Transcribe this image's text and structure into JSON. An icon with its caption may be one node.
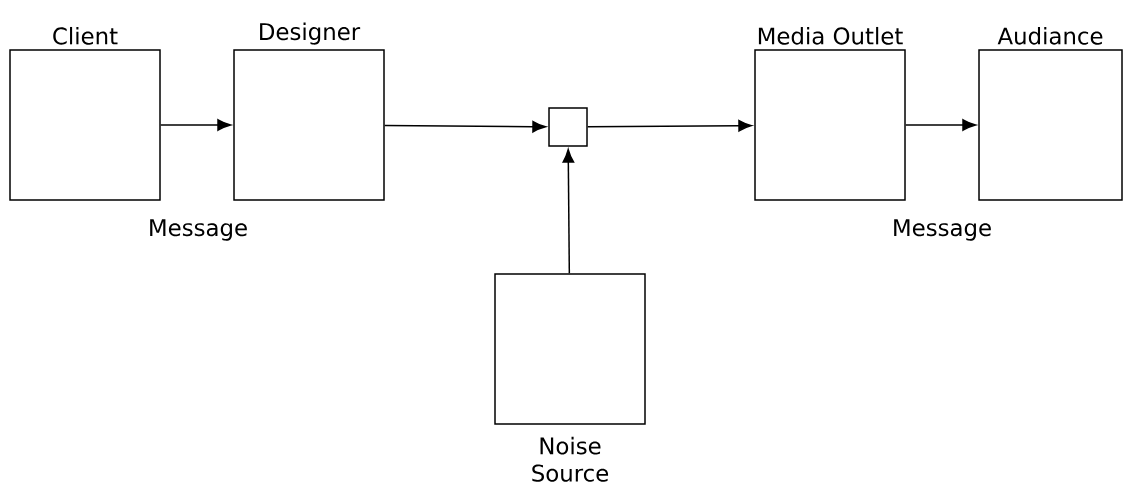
{
  "diagram": {
    "nodes": [
      {
        "text": [
          "Client"
        ]
      },
      {
        "text": [
          "Designer"
        ]
      },
      {
        "text": [],
        "shape": "box"
      },
      {
        "text": [
          "Media Outlet"
        ]
      },
      {
        "text": [
          "Audiance"
        ]
      },
      {
        "text": [
          "Noise Source"
        ]
      }
    ],
    "edges": [
      {
        "from": 0,
        "to": 1,
        "arrow": "to"
      },
      {
        "from": 1,
        "to": 2,
        "arrow": "to"
      },
      {
        "from": 2,
        "to": 3,
        "arrow": "to"
      },
      {
        "from": 3,
        "to": 4,
        "arrow": "to"
      },
      {
        "from": 5,
        "to": 2,
        "arrow": "to"
      }
    ],
    "labels": [
      "Message",
      "Message"
    ]
  }
}
